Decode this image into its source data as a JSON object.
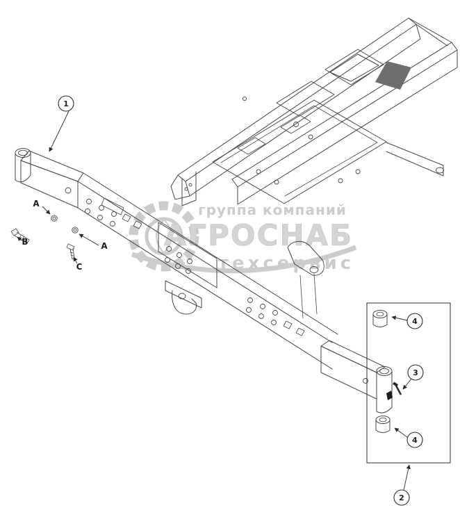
{
  "watermark": {
    "line1": "группа компаний",
    "line2": "АГРОСНАБ",
    "line3": "техсервис"
  },
  "callouts": {
    "item1": "1",
    "item2": "2",
    "item3": "3",
    "item4a": "4",
    "item4b": "4"
  },
  "fasteners": {
    "a1": "A",
    "b": "B",
    "a2": "A",
    "c": "C"
  },
  "colors": {
    "line": "#454545",
    "callout": "#2b2b2b",
    "watermark": "#9a9a9a",
    "shaded_part": "#6e6e6e",
    "background": "#ffffff"
  }
}
